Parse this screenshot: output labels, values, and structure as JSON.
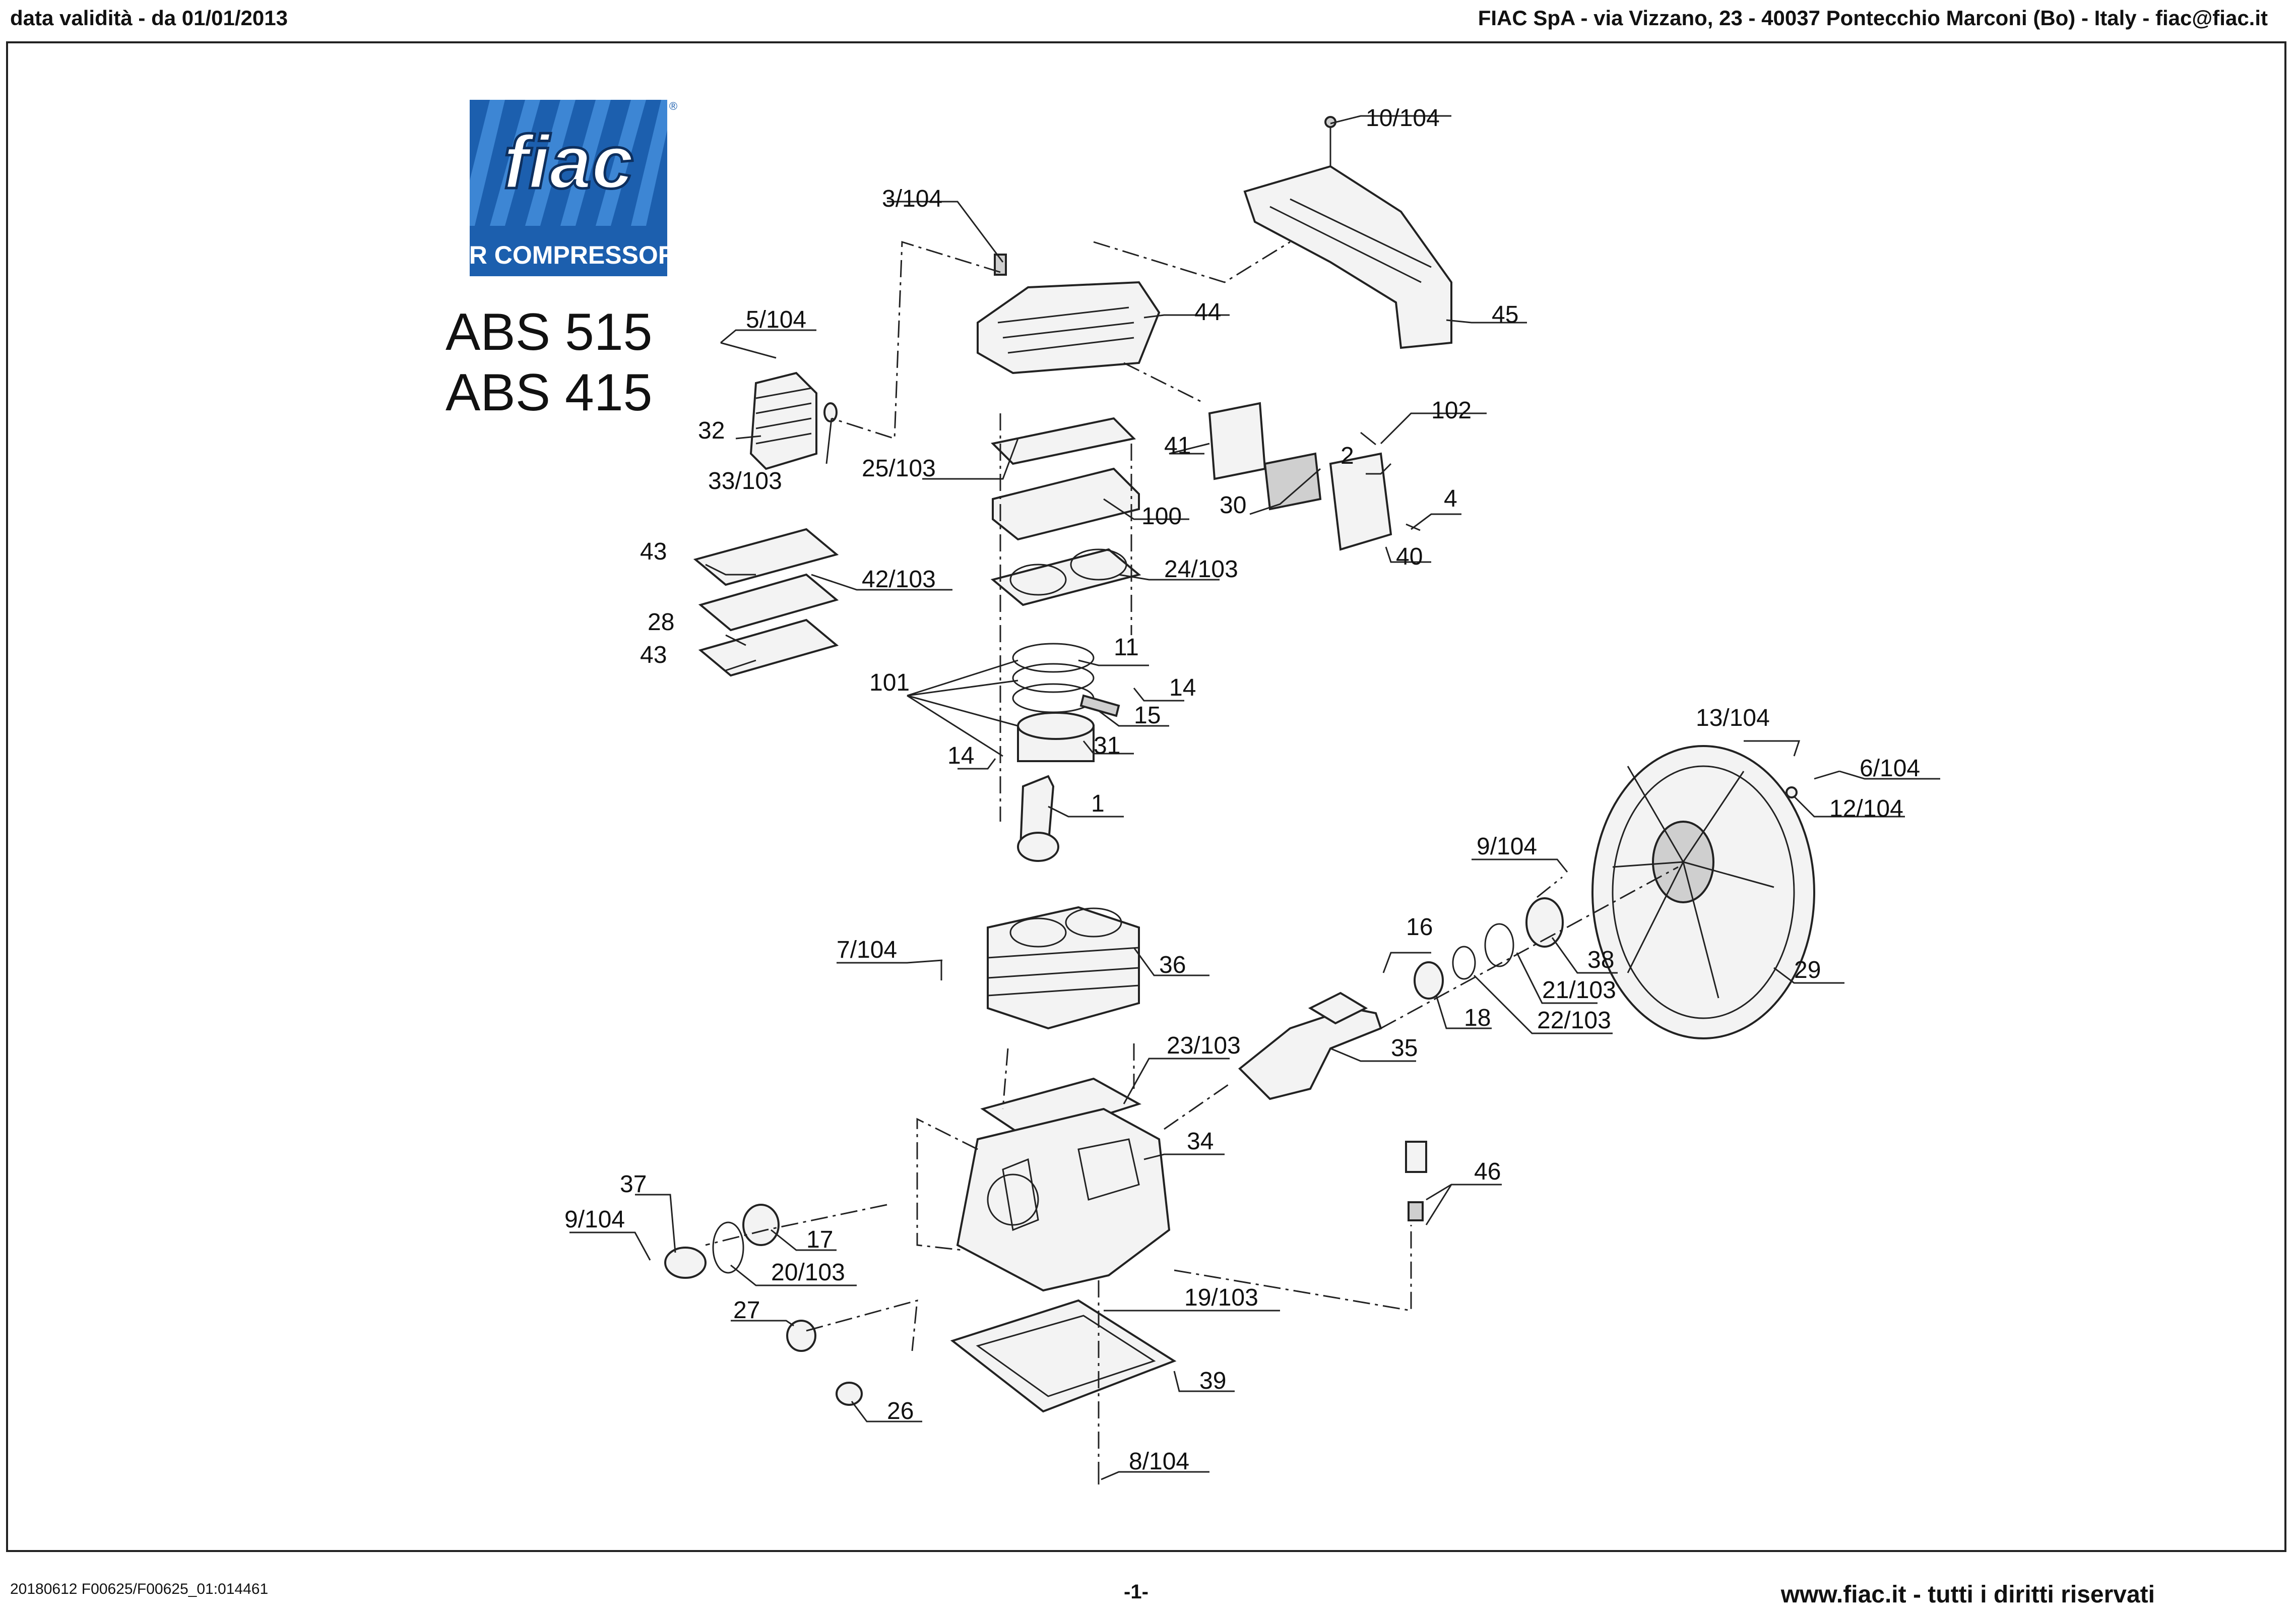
{
  "header": {
    "left": "data validità - da 01/01/2013",
    "right": "FIAC SpA - via Vizzano, 23 - 40037 Pontecchio Marconi (Bo) - Italy - fiac@fiac.it"
  },
  "logo": {
    "brand": "fiac",
    "tagline": "AIR COMPRESSORS",
    "registered": "®"
  },
  "models": [
    "ABS 515",
    "ABS 415"
  ],
  "labels": [
    "10/104",
    "3/104",
    "44",
    "45",
    "5/104",
    "32",
    "33/103",
    "25/103",
    "100",
    "41",
    "102",
    "2",
    "30",
    "4",
    "40",
    "24/103",
    "43",
    "42/103",
    "28",
    "43",
    "11",
    "101",
    "14",
    "15",
    "31",
    "14",
    "1",
    "13/104",
    "6/104",
    "12/104",
    "9/104",
    "16",
    "38",
    "21/103",
    "29",
    "18",
    "22/103",
    "7/104",
    "36",
    "35",
    "23/103",
    "34",
    "46",
    "37",
    "9/104",
    "17",
    "20/103",
    "19/103",
    "27",
    "39",
    "26",
    "8/104"
  ],
  "footer": {
    "left": "20180612 F00625/F00625_01:014461",
    "center": "-1-",
    "right": "www.fiac.it - tutti i diritti riservati"
  },
  "colors": {
    "logo_blue": "#1c5fae",
    "logo_light": "#3d86d4",
    "line": "#222222"
  }
}
